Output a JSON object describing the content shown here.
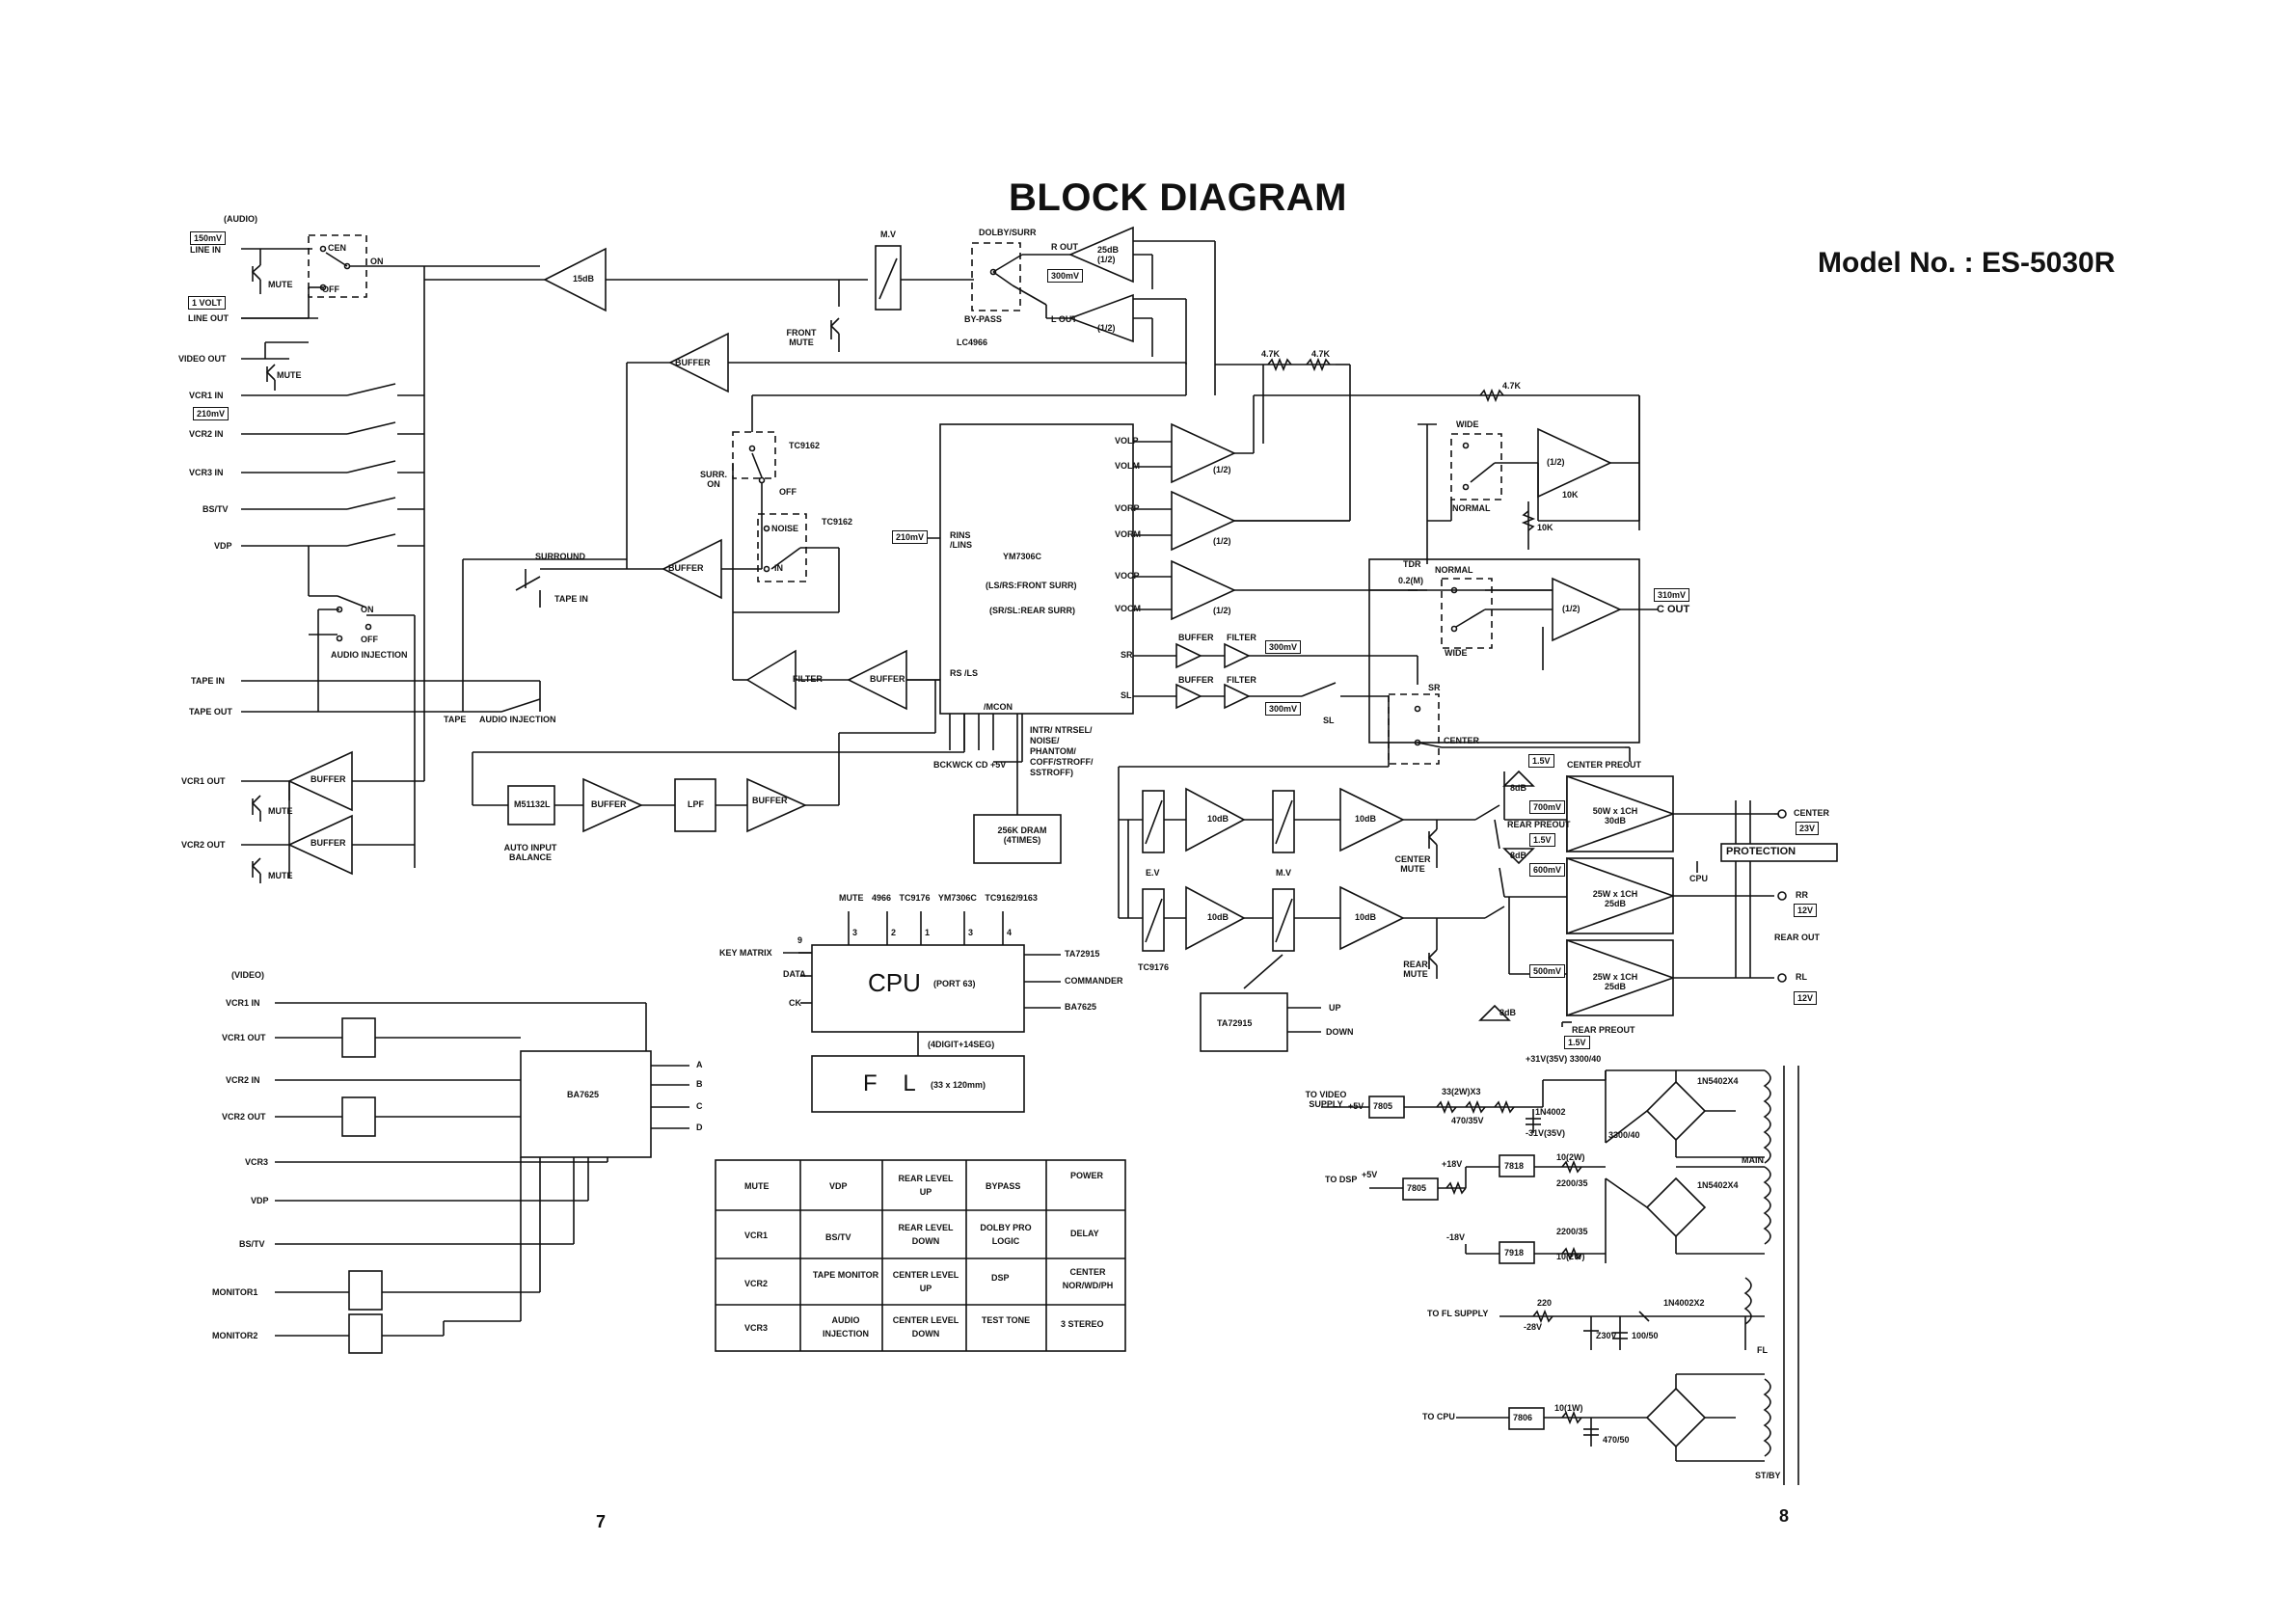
{
  "title": "BLOCK DIAGRAM",
  "model": "Model No. : ES-5030R",
  "page_left": "7",
  "page_right": "8",
  "io": {
    "audio_hdr": "(AUDIO)",
    "line_in_level": "150mV",
    "line_in": "LINE IN",
    "mute": "MUTE",
    "line_out_level": "1 VOLT",
    "line_out": "LINE OUT",
    "video_out": "VIDEO OUT",
    "vcr1_in": "VCR1 IN",
    "lvl_210": "210mV",
    "vcr2_in": "VCR2 IN",
    "vcr3_in": "VCR3 IN",
    "bs_tv": "BS/TV",
    "vdp": "VDP",
    "tape_in": "TAPE IN",
    "tape_out": "TAPE OUT",
    "vcr1_out": "VCR1 OUT",
    "vcr2_out": "VCR2 OUT",
    "cen": "CEN",
    "off": "OFF",
    "on": "ON"
  },
  "mid": {
    "db15": "15dB",
    "buffer": "BUFFER",
    "surround": "SURROUND",
    "tape_in": "TAPE IN",
    "on": "ON",
    "off": "OFF",
    "audio_injection": "AUDIO INJECTION",
    "tape": "TAPE",
    "m51132l": "M51132L",
    "lpf": "LPF",
    "auto_input_balance": "AUTO INPUT BALANCE",
    "filter": "FILTER",
    "mv": "M.V",
    "front_mute": "FRONT MUTE",
    "dolby_surr": "DOLBY/SURR",
    "bypass": "BY-PASS",
    "lc4966": "LC4966",
    "r_out": "R OUT",
    "l_out": "L OUT",
    "db25_half": "25dB (1/2)",
    "lvl_300": "300mV",
    "half": "(1/2)",
    "tc9162": "TC9162",
    "surr_on": "SURR. ON",
    "noise": "NOISE",
    "in": "IN",
    "r4k7": "4.7K"
  },
  "dsp": {
    "lvl_210": "210mV",
    "rins_lins": "RINS /LINS",
    "chip": "YM7306C",
    "line1": "(LS/RS:FRONT SURR)",
    "line2": "(SR/SL:REAR SURR)",
    "rs_ls": "RS /LS",
    "mcon": "/MCON",
    "pins_left": "BCKWCK CD +5V",
    "intr": "INTR/ NTRSEL/ NOISE/ PHANTOM/ COFF/STROFF/ SSTROFF)",
    "dram": "256K DRAM (4TIMES)",
    "volp": "VOLP",
    "volm": "VOLM",
    "vorp": "VORP",
    "vorm": "VORM",
    "vocp": "VOCP",
    "vocm": "VOCM",
    "sr": "SR",
    "sl": "SL",
    "buffer": "BUFFER",
    "filter": "FILTER"
  },
  "right": {
    "wide": "WIDE",
    "normal": "NORMAL",
    "k10": "10K",
    "tdr": "TDR",
    "cap": "0.2(M)",
    "lvl_310": "310mV",
    "c_out": "C OUT",
    "half": "(1/2)",
    "sr": "SR",
    "sl": "SL",
    "center": "CENTER",
    "r4k7": "4.7K",
    "lvl_300": "300mV"
  },
  "amp": {
    "lvl_15v": "1.5V",
    "center_preout": "CENTER PREOUT",
    "db8": "8dB",
    "lvl_700": "700mV",
    "amp_center": "50W x 1CH 30dB",
    "rear_preout": "REAR PREOUT",
    "lvl_600": "600mV",
    "lvl_500": "500mV",
    "amp_rr": "25W x 1CH 25dB",
    "amp_rl": "25W x 1CH 25dB",
    "protection": "PROTECTION",
    "cpu": "CPU",
    "center": "CENTER",
    "v23": "23V",
    "rr": "RR",
    "v12": "12V",
    "rear_out": "REAR OUT",
    "rl": "RL",
    "ev": "E.V",
    "mv": "M.V",
    "db10": "10dB",
    "center_mute": "CENTER MUTE",
    "rear_mute": "REAR MUTE",
    "tc9176": "TC9176",
    "ta72915": "TA72915",
    "up": "UP",
    "down": "DOWN"
  },
  "cpu": {
    "labels_top": "MUTE 4966 TC9176 YM7306C TC9162/9163",
    "key_matrix": "KEY MATRIX",
    "data": "DATA",
    "ck": "CK",
    "cpu": "CPU",
    "port": "(PORT 63)",
    "ta72915": "TA72915",
    "commander": "COMMANDER",
    "ba7625": "BA7625",
    "digits": "(4DIGIT+14SEG)",
    "fl": "F L",
    "fl_size": "(33 x 120mm)",
    "n9": "9",
    "n3": "3",
    "n2": "2",
    "n1": "1",
    "n4": "4"
  },
  "video": {
    "hdr": "(VIDEO)",
    "vcr1_in": "VCR1 IN",
    "vcr1_out": "VCR1 OUT",
    "vcr2_in": "VCR2 IN",
    "vcr2_out": "VCR2 OUT",
    "vcr3": "VCR3",
    "vdp": "VDP",
    "bs_tv": "BS/TV",
    "monitor1": "MONITOR1",
    "monitor2": "MONITOR2",
    "ba7625": "BA7625",
    "a": "A",
    "b": "B",
    "c": "C",
    "d": "D"
  },
  "keys": [
    [
      "MUTE",
      "VDP",
      "REAR LEVEL UP",
      "BYPASS",
      "POWER"
    ],
    [
      "VCR1",
      "BS/TV",
      "REAR LEVEL DOWN",
      "DOLBY PRO LOGIC",
      "DELAY"
    ],
    [
      "VCR2",
      "TAPE MONITOR",
      "CENTER LEVEL UP",
      "DSP",
      "CENTER NOR/WD/PH"
    ],
    [
      "VCR3",
      "AUDIO INJECTION",
      "CENTER LEVEL DOWN",
      "TEST TONE",
      "3 STEREO"
    ]
  ],
  "psu": {
    "p31": "+31V(35V) 3300/40",
    "to_video": "TO VIDEO SUPPLY",
    "p5": "+5V",
    "r7805": "7805",
    "res33": "33(2W)X3",
    "c470_35": "470/35V",
    "d1n4002": "1N4002",
    "m31": "-31V(35V)",
    "c3300": "3300/40",
    "d1n5402": "1N5402X4",
    "main": "MAIN",
    "p18": "+18V",
    "to_dsp": "TO DSP",
    "r7818": "7818",
    "res10": "10(2W)",
    "c2200": "2200/35",
    "m18": "-18V",
    "r7918": "7918",
    "to_fl": "TO FL SUPPLY",
    "r220": "220",
    "m28": "-28V",
    "d1n4002x2": "1N4002X2",
    "z30v": "Z30V",
    "c100": "100/50",
    "fl": "FL",
    "to_cpu": "TO CPU",
    "r7806": "7806",
    "res10_1": "10(1W)",
    "c470_50": "470/50",
    "st_by": "ST/BY"
  }
}
